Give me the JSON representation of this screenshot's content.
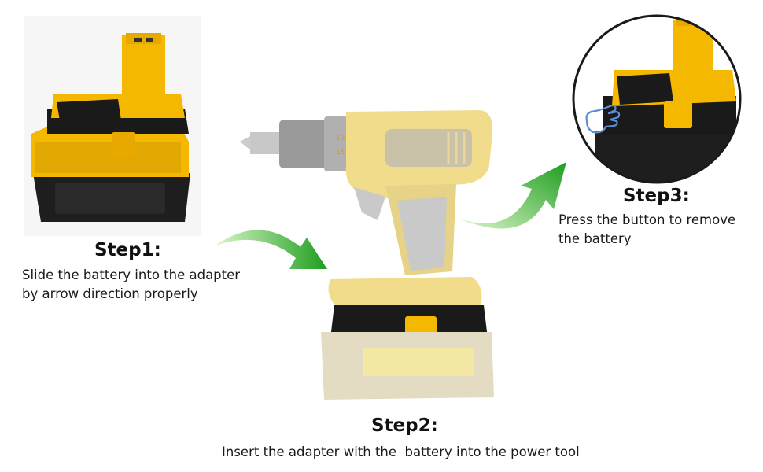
{
  "steps": [
    {
      "title": "Step1:",
      "description_lines": [
        "Slide the battery into the adapter",
        "by arrow direction properly"
      ]
    },
    {
      "title": "Step2:",
      "description_lines": [
        "Insert the adapter with the  battery into the power tool"
      ]
    },
    {
      "title": "Step3:",
      "description_lines": [
        "Press the button to remove",
        "the battery"
      ]
    }
  ],
  "drill": {
    "chuck_numbers": [
      "13",
      "15"
    ]
  },
  "colors": {
    "dewalt_yellow": "#f5b800",
    "faded_yellow": "#f0dc8a",
    "black": "#1a1a1a",
    "arrow_green": "#2fb82f",
    "arrow_light": "#d9f5c8",
    "hand_outline": "#5b8fd6"
  },
  "icons": [
    "curved-arrow-icon",
    "hand-press-icon"
  ]
}
